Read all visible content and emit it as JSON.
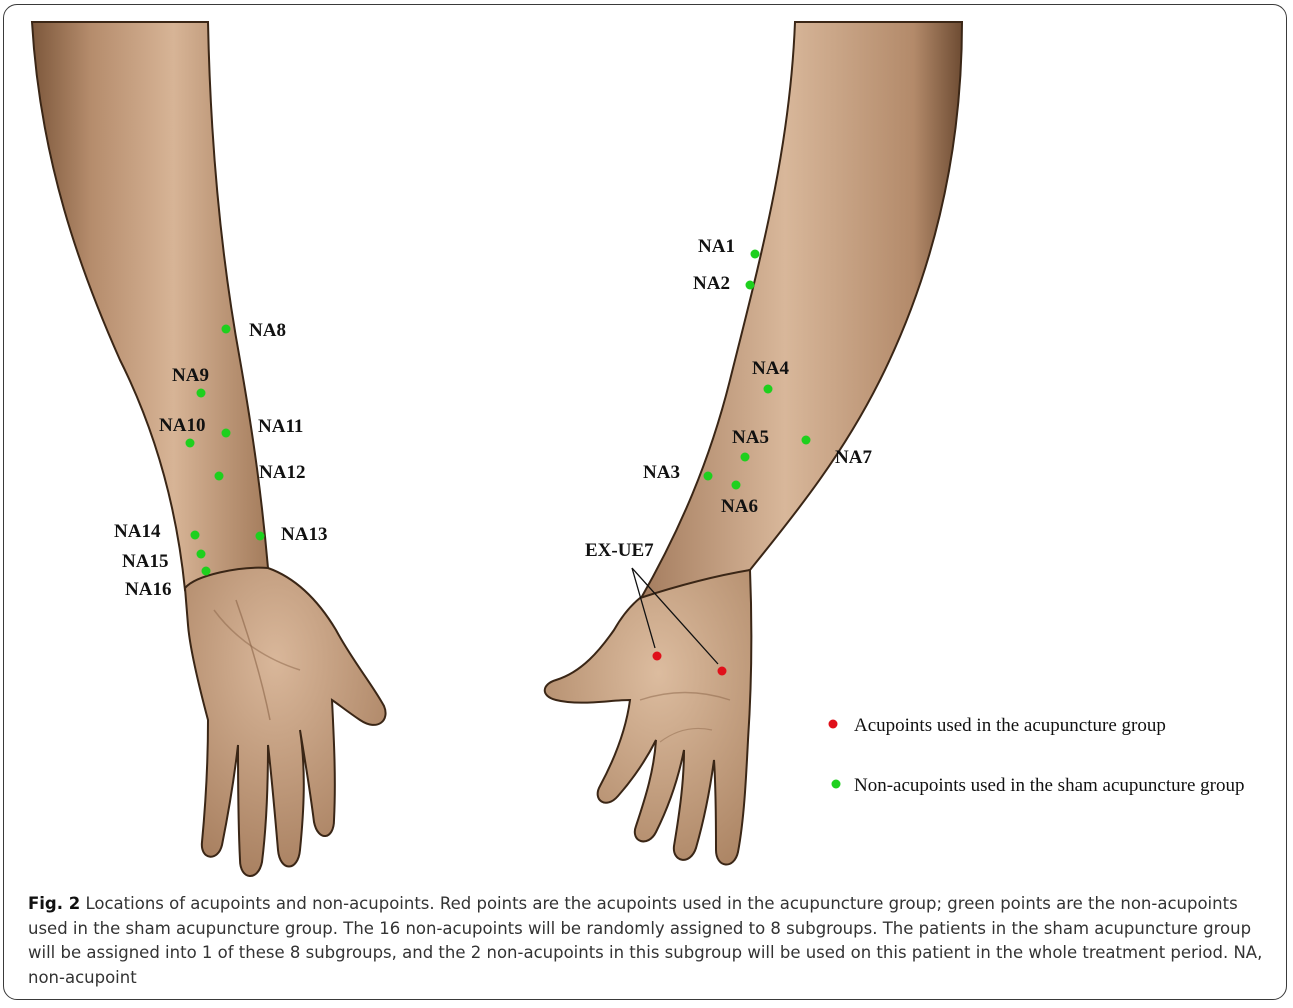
{
  "figure": {
    "colors": {
      "acupoint": "#e0101a",
      "non_acupoint": "#1ed01e",
      "skin": "#caa285",
      "skin_dark": "#8a6448",
      "outline": "#2a1a10"
    },
    "points": [
      {
        "id": "na1",
        "label": "NA1",
        "type": "non_acupoint"
      },
      {
        "id": "na2",
        "label": "NA2",
        "type": "non_acupoint"
      },
      {
        "id": "na3",
        "label": "NA3",
        "type": "non_acupoint"
      },
      {
        "id": "na4",
        "label": "NA4",
        "type": "non_acupoint"
      },
      {
        "id": "na5",
        "label": "NA5",
        "type": "non_acupoint"
      },
      {
        "id": "na6",
        "label": "NA6",
        "type": "non_acupoint"
      },
      {
        "id": "na7",
        "label": "NA7",
        "type": "non_acupoint"
      },
      {
        "id": "na8",
        "label": "NA8",
        "type": "non_acupoint"
      },
      {
        "id": "na9",
        "label": "NA9",
        "type": "non_acupoint"
      },
      {
        "id": "na10",
        "label": "NA10",
        "type": "non_acupoint"
      },
      {
        "id": "na11",
        "label": "NA11",
        "type": "non_acupoint"
      },
      {
        "id": "na12",
        "label": "NA12",
        "type": "non_acupoint"
      },
      {
        "id": "na13",
        "label": "NA13",
        "type": "non_acupoint"
      },
      {
        "id": "na14",
        "label": "NA14",
        "type": "non_acupoint"
      },
      {
        "id": "na15",
        "label": "NA15",
        "type": "non_acupoint"
      },
      {
        "id": "na16",
        "label": "NA16",
        "type": "non_acupoint"
      }
    ],
    "acupoint_label": "EX-UE7",
    "legend": {
      "acupoint": "Acupoints used in the acupuncture group",
      "non_acupoint": "Non-acupoints used in the sham acupuncture group"
    }
  },
  "caption": {
    "fig_no": "Fig. 2",
    "text": "Locations of acupoints and non-acupoints. Red points are the acupoints used in the acupuncture group; green points are the non-acupoints used in the sham acupuncture group. The 16 non-acupoints will be randomly assigned to 8 subgroups. The patients in the sham acupuncture group will be assigned into 1 of these 8 subgroups, and the 2 non-acupoints in this subgroup will be used on this patient in the whole treatment period. NA, non-acupoint"
  }
}
